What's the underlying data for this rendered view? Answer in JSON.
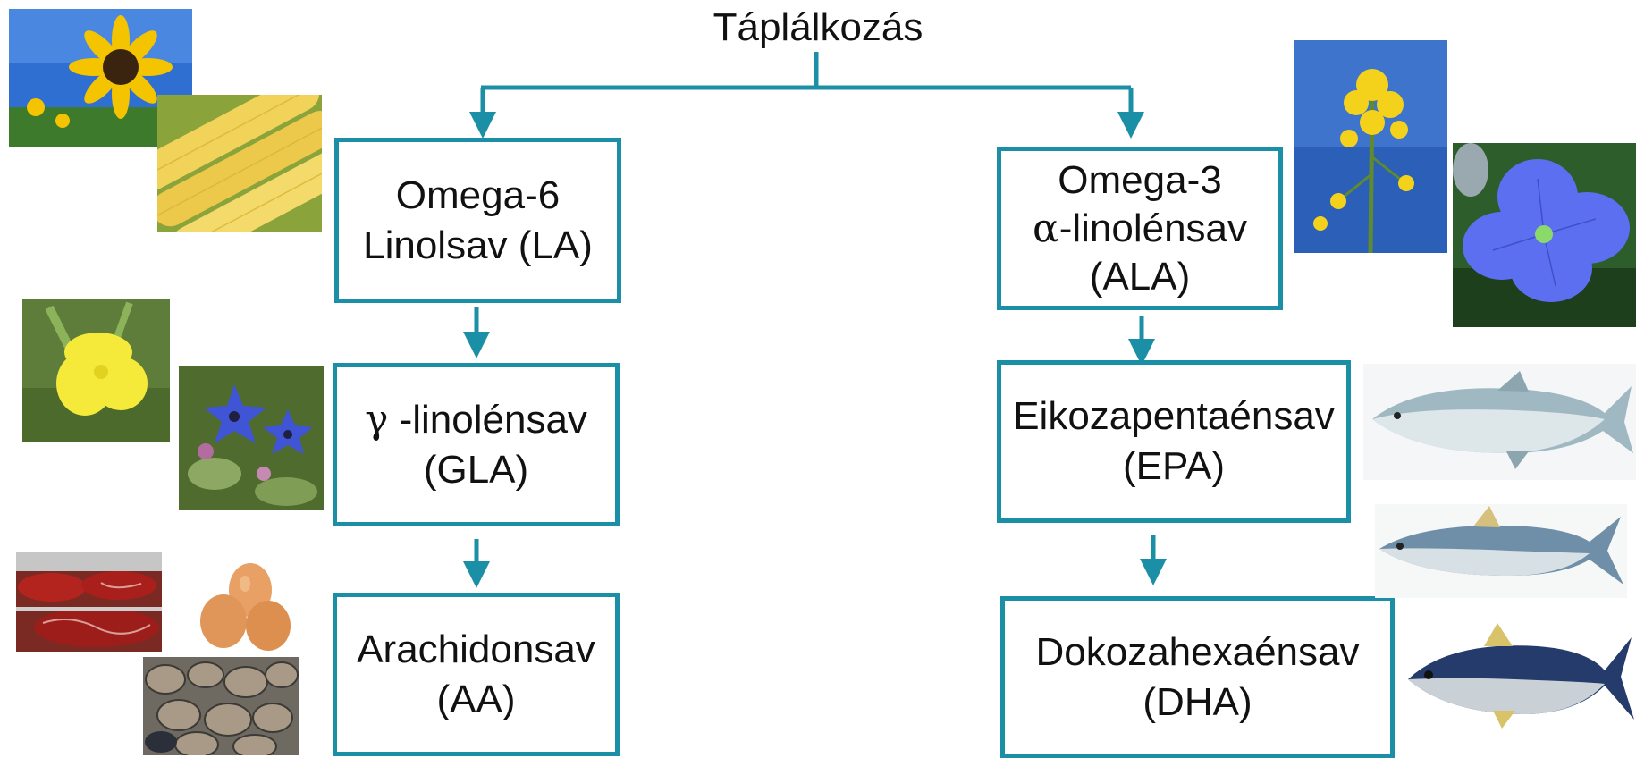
{
  "diagram": {
    "root": "Táplálkozás",
    "omega6": {
      "box1": {
        "line1": "Omega-6",
        "line2": "Linolsav (LA)"
      },
      "box2": {
        "greek": "γ",
        "line1_rest": " -linolénsav",
        "line2": "(GLA)"
      },
      "box3": {
        "line1": "Arachidonsav",
        "line2": "(AA)"
      }
    },
    "omega3": {
      "box1": {
        "line1": "Omega-3",
        "greek": "α",
        "line2_rest": "-linolénsav",
        "line3": "(ALA)"
      },
      "box2": {
        "line1": "Eikozapentaénsav",
        "line2": "(EPA)"
      },
      "box3": {
        "line1": "Dokozahexaénsav",
        "line2": "(DHA)"
      }
    }
  },
  "colors": {
    "accent": "#1a8fa6",
    "text": "#111111"
  },
  "images": [
    "sunflower-photo",
    "corn-photo",
    "evening-primrose-photo",
    "borage-photo",
    "meat-photo",
    "eggs-photo",
    "clams-photo",
    "rapeseed-photo",
    "flax-flower-photo",
    "salmon-photo",
    "herring-photo",
    "tuna-photo"
  ]
}
